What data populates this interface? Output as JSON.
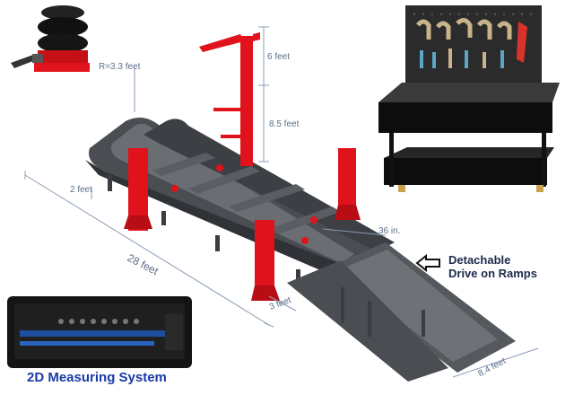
{
  "dimensions": {
    "radius": "R=3.3 feet",
    "tower_top": "6 feet",
    "tower_mid": "8.5 feet",
    "bench_height": "2 feet",
    "length": "28 feet",
    "ramp_gap": "36 in.",
    "width": "3 feet",
    "ramp_length": "8.4 feet"
  },
  "callouts": {
    "ramps_line1": "Detachable",
    "ramps_line2": "Drive on Ramps",
    "measuring": "2D Measuring System"
  },
  "colors": {
    "frame": "#4a4d52",
    "tower": "#e0121b",
    "dimension_line": "#8a9bb5",
    "caption_blue": "#1a3aa8"
  },
  "icons": {
    "arrow": "hollow-left-arrow-icon"
  }
}
